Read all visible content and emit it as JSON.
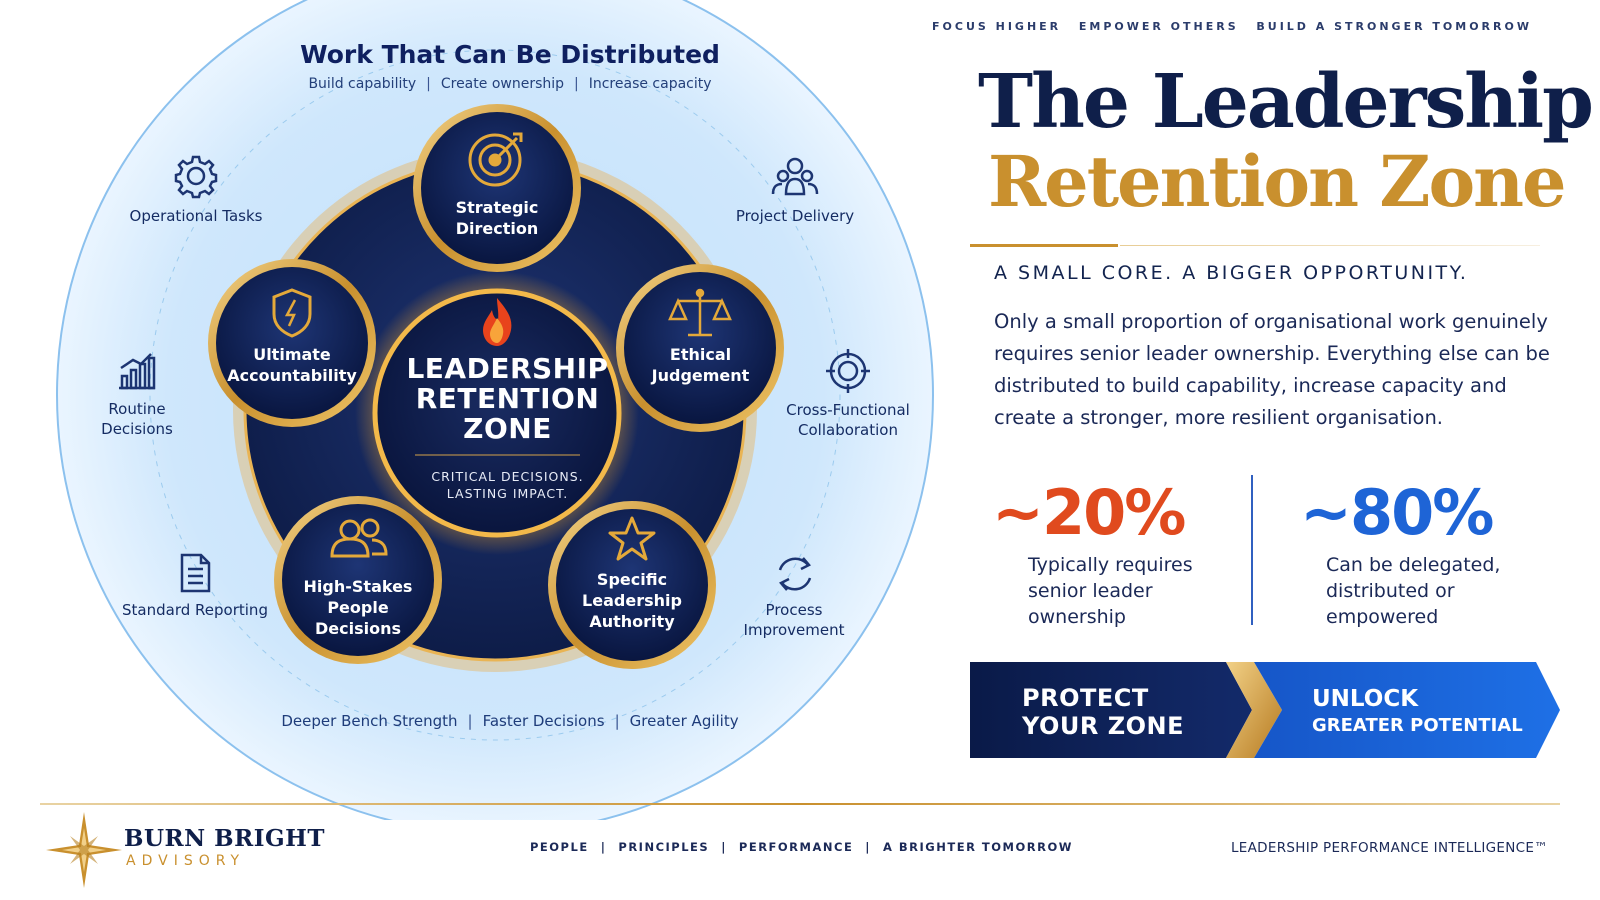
{
  "tagline": [
    "FOCUS HIGHER",
    "EMPOWER OTHERS",
    "BUILD A STRONGER TOMORROW"
  ],
  "title": {
    "line1": "The Leadership",
    "line2": "Retention Zone"
  },
  "subheading": "A SMALL CORE. A BIGGER OPPORTUNITY.",
  "paragraph": "Only a small proportion of organisational work genuinely requires senior leader ownership. Everything else can be distributed to build capability, increase capacity and create a stronger, more resilient organisation.",
  "stats": [
    {
      "value": "~20%",
      "description": "Typically requires senior leader ownership",
      "color": "#e04a1e"
    },
    {
      "value": "~80%",
      "description": "Can be delegated, distributed or empowered",
      "color": "#1e64d6"
    }
  ],
  "banner": {
    "left_label": "PROTECT YOUR ZONE",
    "right_label_line1": "UNLOCK",
    "right_label_line2": "GREATER POTENTIAL"
  },
  "diagram": {
    "outer_title": "Work That Can Be Distributed",
    "outer_subtitle": [
      "Build capability",
      "Create ownership",
      "Increase capacity"
    ],
    "bottom_subtitle": [
      "Deeper Bench Strength",
      "Faster Decisions",
      "Greater Agility"
    ],
    "core": {
      "title": "LEADERSHIP RETENTION ZONE",
      "subtitle": "CRITICAL DECISIONS. LASTING IMPACT."
    },
    "inner_nodes": [
      {
        "label": "Strategic Direction",
        "icon": "target-icon"
      },
      {
        "label": "Ethical Judgement",
        "icon": "scales-icon"
      },
      {
        "label": "Specific Leadership Authority",
        "icon": "star-icon"
      },
      {
        "label": "High-Stakes People Decisions",
        "icon": "people-icon"
      },
      {
        "label": "Ultimate Accountability",
        "icon": "shield-icon"
      }
    ],
    "outer_items": [
      {
        "label": "Operational Tasks",
        "icon": "gear-icon"
      },
      {
        "label": "Project Delivery",
        "icon": "team-icon"
      },
      {
        "label": "Routine Decisions",
        "icon": "bar-chart-icon"
      },
      {
        "label": "Cross-Functional Collaboration",
        "icon": "target-circle-icon"
      },
      {
        "label": "Standard Reporting",
        "icon": "document-icon"
      },
      {
        "label": "Process Improvement",
        "icon": "refresh-icon"
      }
    ]
  },
  "footer": {
    "brand_name": "BURN BRIGHT",
    "brand_sub": "ADVISORY",
    "links": [
      "PEOPLE",
      "PRINCIPLES",
      "PERFORMANCE",
      "A BRIGHTER TOMORROW"
    ],
    "trademark": "LEADERSHIP PERFORMANCE INTELLIGENCE™"
  },
  "colors": {
    "navy": "#0f1f4a",
    "gold": "#c9902e",
    "orange": "#e04a1e",
    "blue": "#1e64d6",
    "light_blue": "#cfe6fb"
  }
}
